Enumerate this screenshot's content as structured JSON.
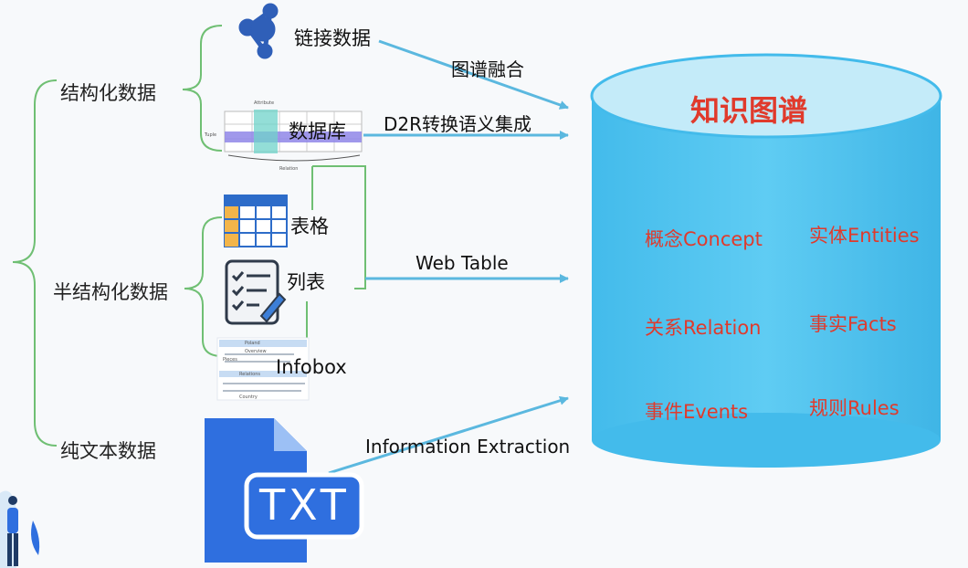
{
  "categories": {
    "structured": "结构化数据",
    "semi_structured": "半结构化数据",
    "plain_text": "纯文本数据"
  },
  "sources": {
    "linked_data": "链接数据",
    "database": "数据库",
    "table": "表格",
    "list": "列表",
    "infobox": "Infobox",
    "txt_file": "TXT"
  },
  "db_thumb": {
    "tuple": "Tuple",
    "relation": "Relation",
    "attribute": "Attribute"
  },
  "infobox_thumb": [
    "Poland",
    "Overview",
    "Pieces",
    "Relations",
    "Country"
  ],
  "flows": {
    "graph_fusion": "图谱融合",
    "d2r": "D2R转换语义集成",
    "web_table": "Web Table",
    "ie": "Information Extraction"
  },
  "kg": {
    "title": "知识图谱",
    "items": {
      "concept": "概念Concept",
      "entities": "实体Entities",
      "relation": "关系Relation",
      "facts": "事实Facts",
      "events": "事件Events",
      "rules": "规则Rules"
    }
  },
  "colors": {
    "cylinder": "#4fc3ef",
    "cylinder_top": "#bfe9f8",
    "kg_text": "#e03a2c",
    "brace": "#6fbf73",
    "arrow": "#5bb8df",
    "txt_blue": "#2f6fdf"
  }
}
